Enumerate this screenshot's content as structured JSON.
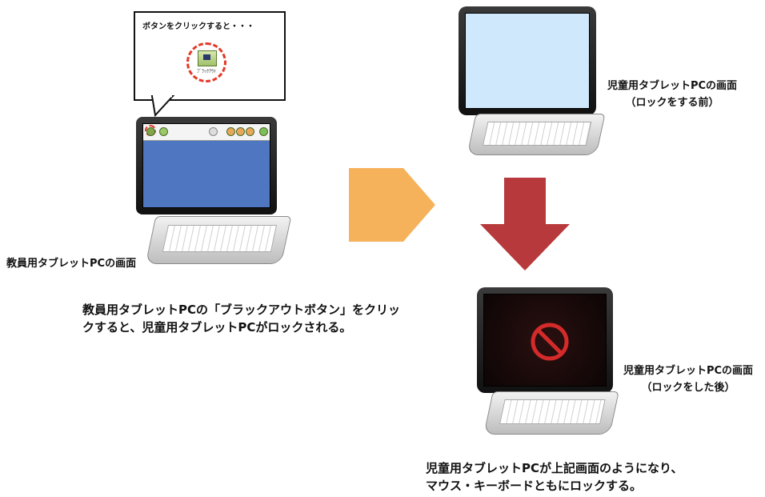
{
  "bubble": {
    "text": "ボタンをクリックすると・・・",
    "icon_label": "ﾌﾞﾗｯｸｱｳﾄ",
    "icon": "blackout-button-icon"
  },
  "teacher": {
    "label": "教員用タブレットPCの画面",
    "caption_line1": "教員用タブレットPCの「ブラックアウトボタン」をクリッ",
    "caption_line2": "クすると、児童用タブレットPCがロックされる。"
  },
  "student_before": {
    "label_line1": "児童用タブレットPCの画面",
    "label_line2": "（ロックをする前）"
  },
  "student_after": {
    "label_line1": "児童用タブレットPCの画面",
    "label_line2": "（ロックをした後）",
    "icon": "prohibited-icon"
  },
  "bottom_caption": {
    "line1": "児童用タブレットPCが上記画面のようになり、",
    "line2": "マウス・キーボードともにロックする。"
  },
  "colors": {
    "right_arrow": "#f5b25a",
    "down_arrow": "#b8393b",
    "teacher_screen": "#4f76c0",
    "before_screen": "#cfe8fb",
    "after_screen": "#1a0a0a",
    "lock_symbol": "#d42a2a",
    "highlight": "#e23a2a"
  }
}
